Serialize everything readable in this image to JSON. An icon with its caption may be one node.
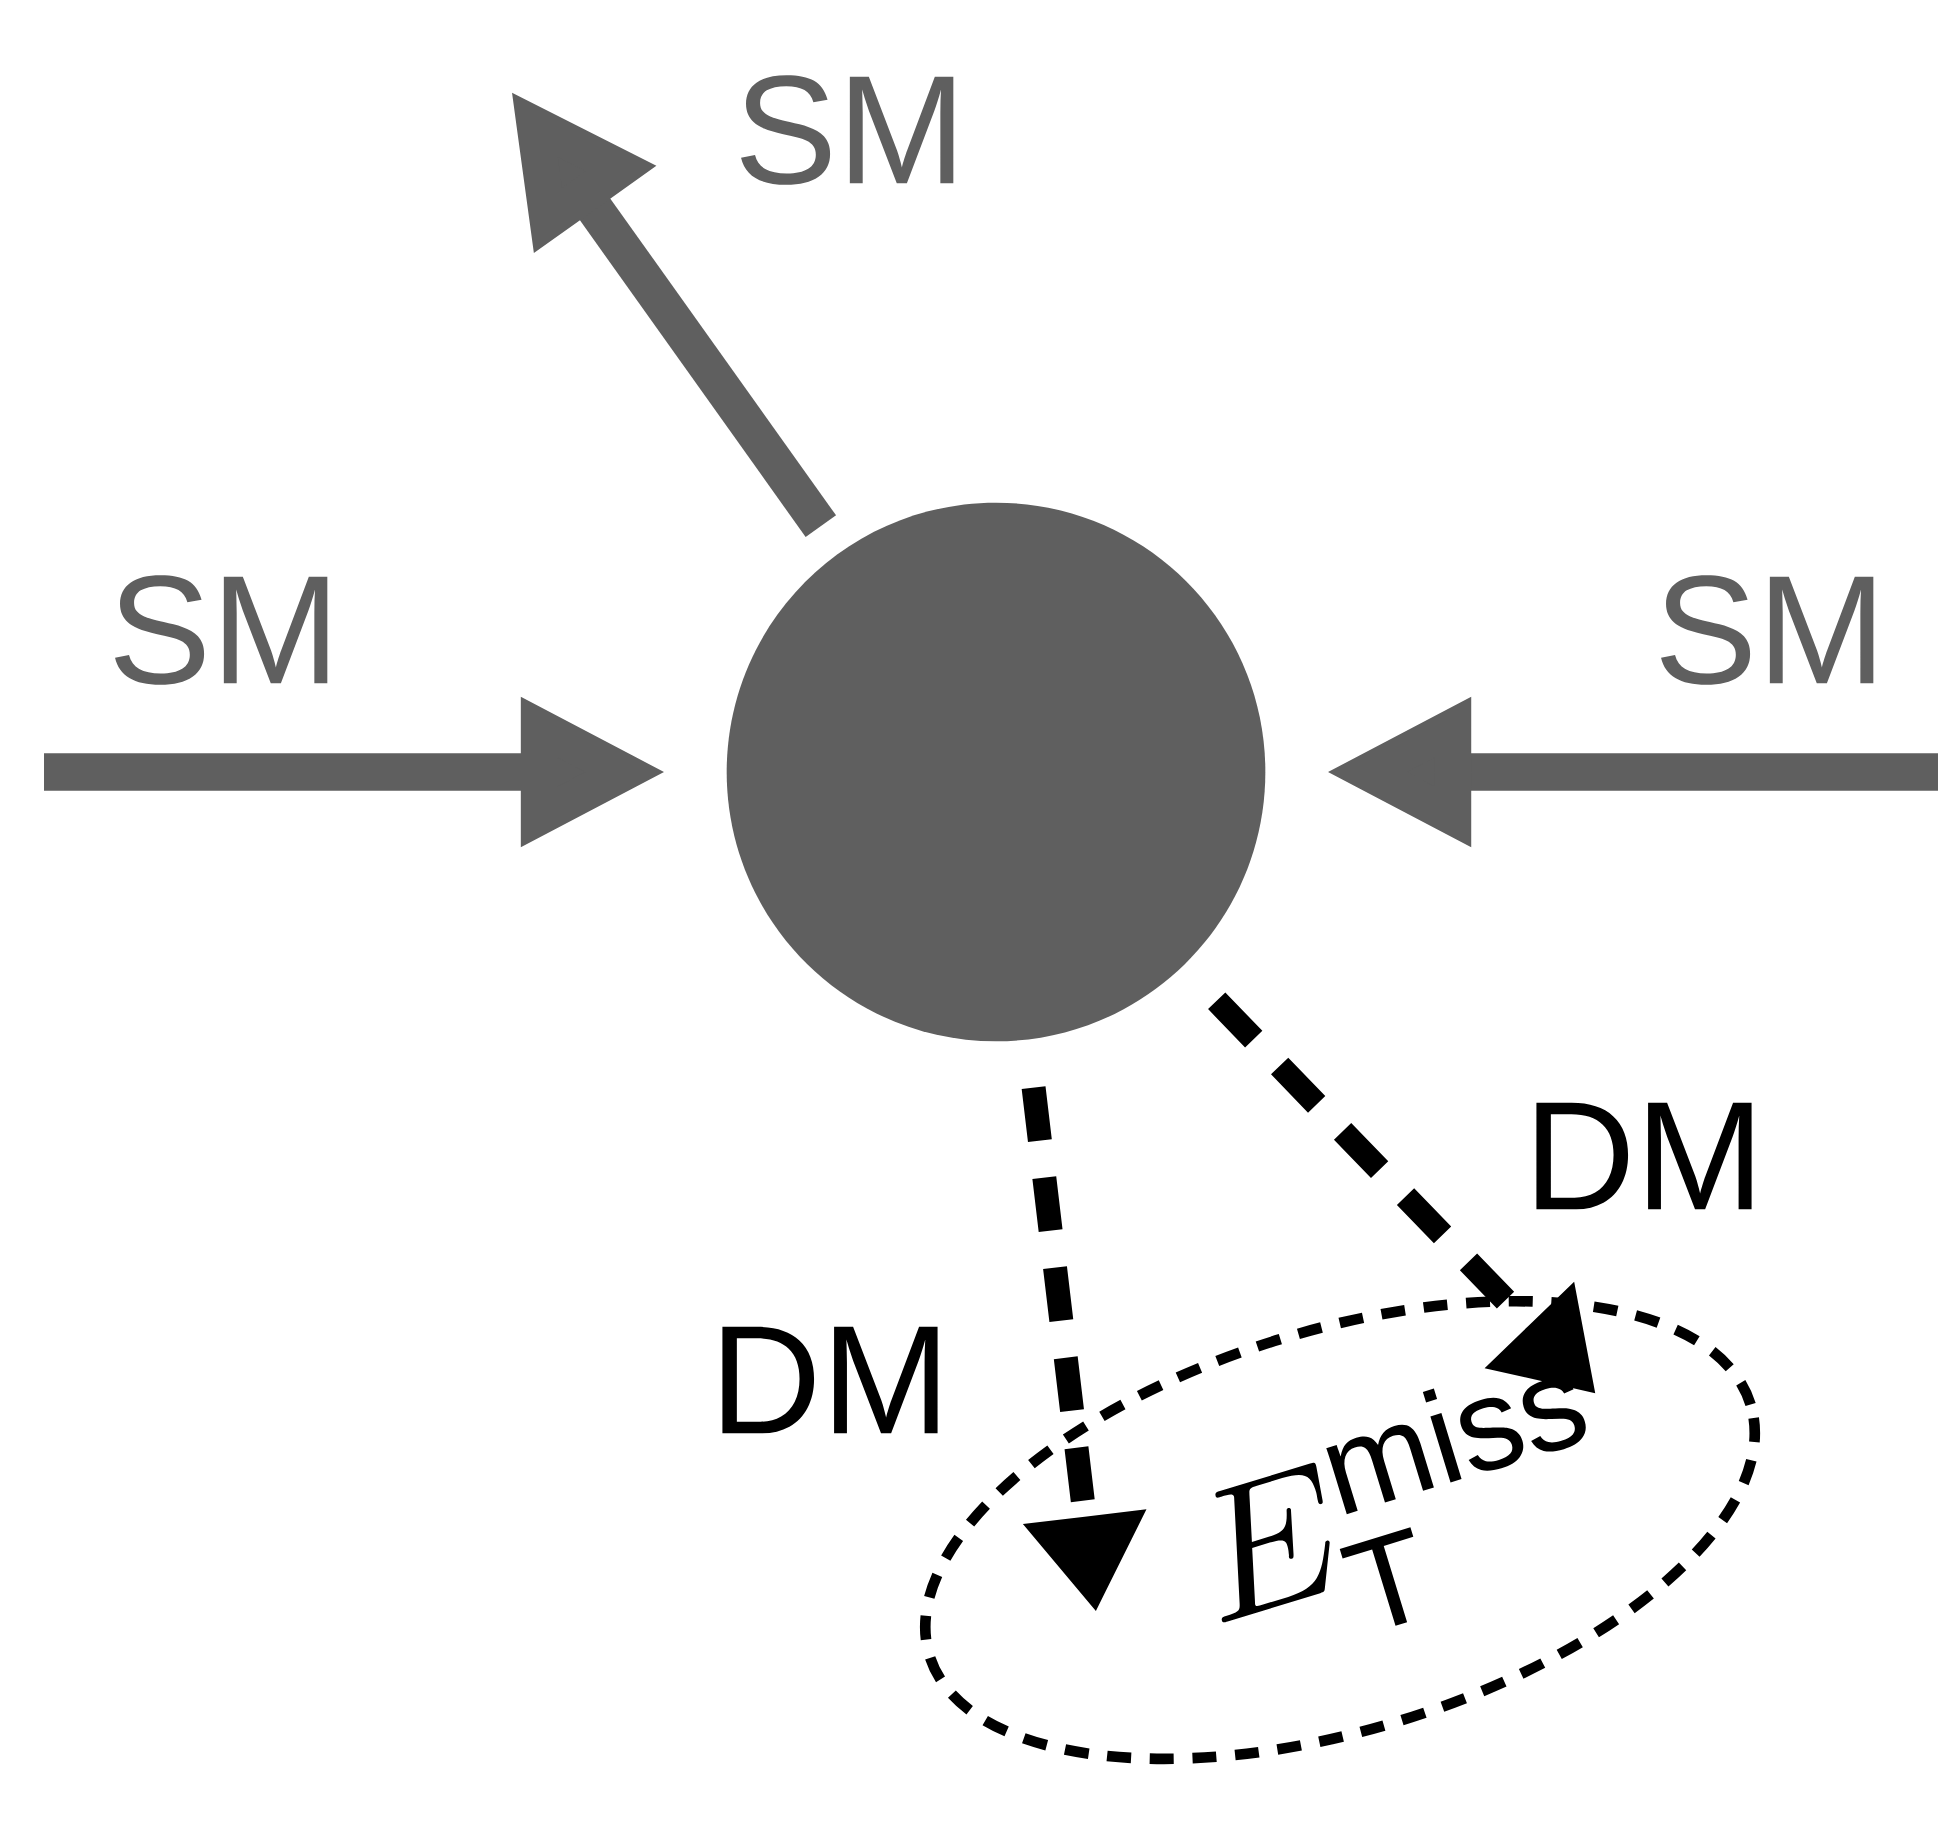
{
  "diagram": {
    "nodes": [
      {
        "text": [],
        "shape": "circle"
      },
      {
        "text": [
          "E_{\\mathrm{T}}^{\\mathrm{miss}}"
        ]
      }
    ],
    "edges": [
      {
        "from": null,
        "to": 0,
        "arrow": "to",
        "label": "SM"
      },
      {
        "from": null,
        "to": 0,
        "arrow": "to",
        "label": "SM"
      },
      {
        "from": 0,
        "to": null,
        "arrow": "to",
        "label": "SM"
      },
      {
        "from": 0,
        "to": 1,
        "arrow": "to",
        "label": "DM",
        "style": "dashed",
        "color": "#000000"
      },
      {
        "from": 0,
        "to": 1,
        "arrow": "to",
        "label": "DM",
        "style": "dashed",
        "color": "#000000"
      }
    ]
  }
}
